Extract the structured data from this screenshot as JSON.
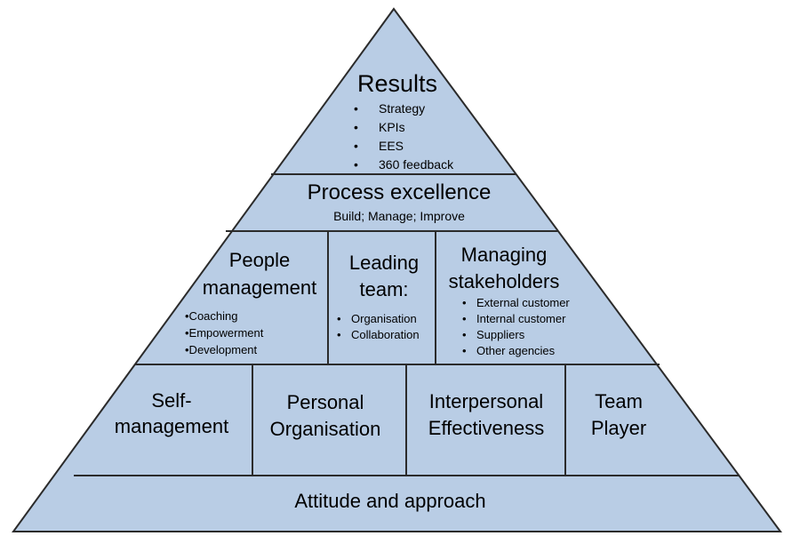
{
  "colors": {
    "fill": "#b9cde5",
    "stroke": "#2b2b2b"
  },
  "results": {
    "title": "Results",
    "bullets": [
      "Strategy",
      "KPIs",
      "EES",
      "360 feedback"
    ]
  },
  "process": {
    "title": "Process excellence",
    "subtitle": "Build; Manage; Improve"
  },
  "people": {
    "title_line1": "People",
    "title_line2": "management",
    "items": [
      "•Coaching",
      "•Empowerment",
      "•Development"
    ]
  },
  "leading": {
    "title_line1": "Leading",
    "title_line2": "team:",
    "items": [
      "Organisation",
      "Collaboration"
    ]
  },
  "stakeholders": {
    "title_line1": "Managing",
    "title_line2": "stakeholders",
    "items": [
      "External customer",
      "Internal customer",
      "Suppliers",
      "Other agencies"
    ]
  },
  "foundation": {
    "self": {
      "line1": "Self-",
      "line2": "management"
    },
    "personal": {
      "line1": "Personal",
      "line2": "Organisation"
    },
    "interpersonal": {
      "line1": "Interpersonal",
      "line2": "Effectiveness"
    },
    "team": {
      "line1": "Team",
      "line2": "Player"
    }
  },
  "base": {
    "title": "Attitude and approach"
  },
  "bullet_glyph": "•"
}
